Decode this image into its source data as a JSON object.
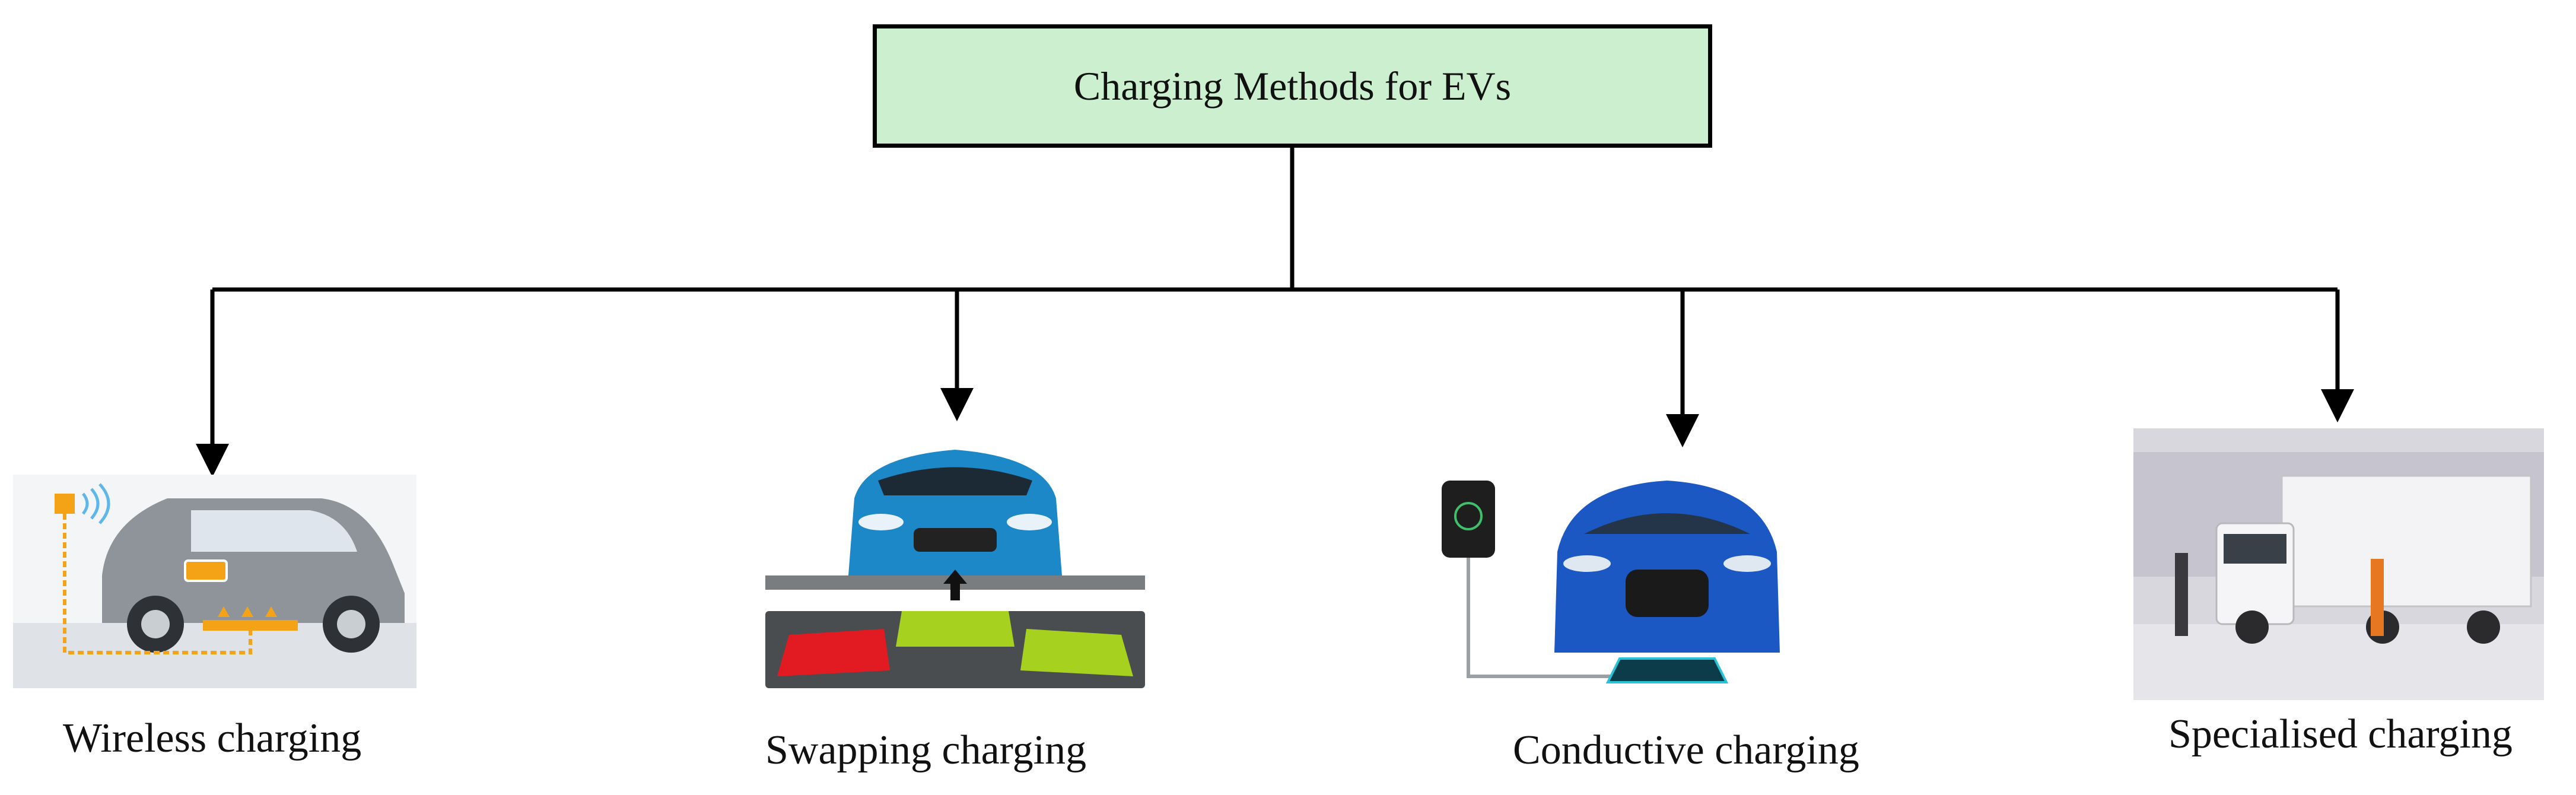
{
  "diagram": {
    "root": {
      "label": "Charging Methods for EVs"
    },
    "children": [
      {
        "id": "wireless",
        "label": "Wireless charging",
        "icon": "wireless-charging-car-illustration"
      },
      {
        "id": "swapping",
        "label": "Swapping charging",
        "icon": "battery-swapping-station-illustration"
      },
      {
        "id": "conductive",
        "label": "Conductive charging",
        "icon": "conductive-charger-car-illustration"
      },
      {
        "id": "specialised",
        "label": "Specialised charging",
        "icon": "electric-truck-charging-illustration"
      }
    ]
  },
  "colors": {
    "root_fill": "#ccf0cf",
    "connector": "#000000",
    "wireless_accent": "#f5a316",
    "battery_red": "#e21b23",
    "battery_green": "#a6d11e",
    "car_blue": "#1d88c8",
    "suv_blue": "#1c58c4"
  }
}
